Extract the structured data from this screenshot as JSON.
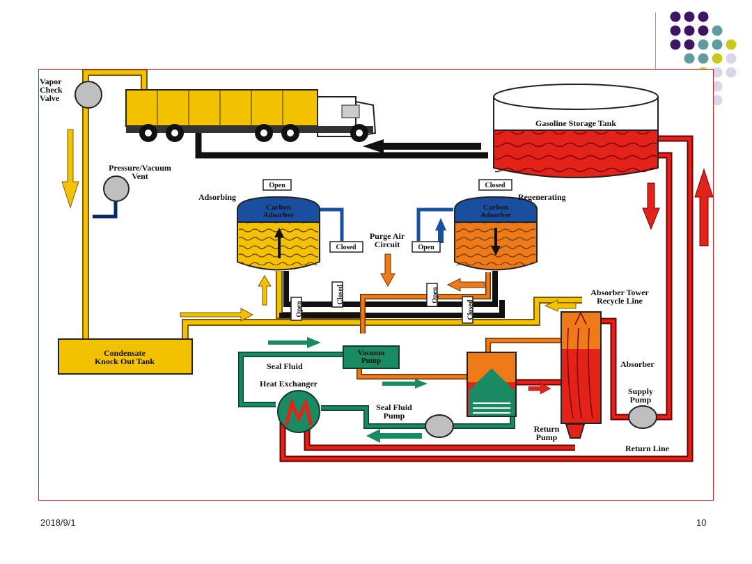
{
  "slide": {
    "date": "2018/9/1",
    "page_number": "10"
  },
  "theme": {
    "dot_colors": [
      "#3d1466",
      "#5f9c9f",
      "#c8c81e",
      "#d9d6e8"
    ]
  },
  "diagram": {
    "labels": {
      "vapor_check_valve": [
        "Vapor",
        "Check",
        "Valve"
      ],
      "pressure_vacuum_vent": [
        "Pressure/Vacuum",
        "Vent"
      ],
      "gasoline_storage_tank": "Gasoline Storage Tank",
      "adsorbing": "Adsorbing",
      "regenerating": "Regenerating",
      "carbon_adsorber_left": [
        "Carbon",
        "Adsorber"
      ],
      "carbon_adsorber_right": [
        "Carbon",
        "Adsorber"
      ],
      "purge_air_circuit": [
        "Purge Air",
        "Circuit"
      ],
      "valve_open_left_top": "Open",
      "valve_closed_left_side": "Closed",
      "valve_closed_right_top": "Closed",
      "valve_open_right_side": "Open",
      "valve_closed_mid_left": "Closed",
      "valve_open_bottom_left": "Open",
      "valve_open_mid_right": "Open",
      "valve_closed_bottom_right": "Closed",
      "absorber_tower_recycle": [
        "Absorber Tower",
        "Recycle Line"
      ],
      "condensate_knock_out_tank": [
        "Condensate",
        "Knock Out Tank"
      ],
      "vacuum_pump": [
        "Vacuum",
        "Pump"
      ],
      "seal_fluid": "Seal Fluid",
      "heat_exchanger": "Heat Exchanger",
      "seal_fluid_pump": [
        "Seal Fluid",
        "Pump"
      ],
      "absorber": "Absorber",
      "supply_pump": [
        "Supply",
        "Pump"
      ],
      "return_pump": [
        "Return",
        "Pump"
      ],
      "return_line": "Return Line"
    }
  }
}
